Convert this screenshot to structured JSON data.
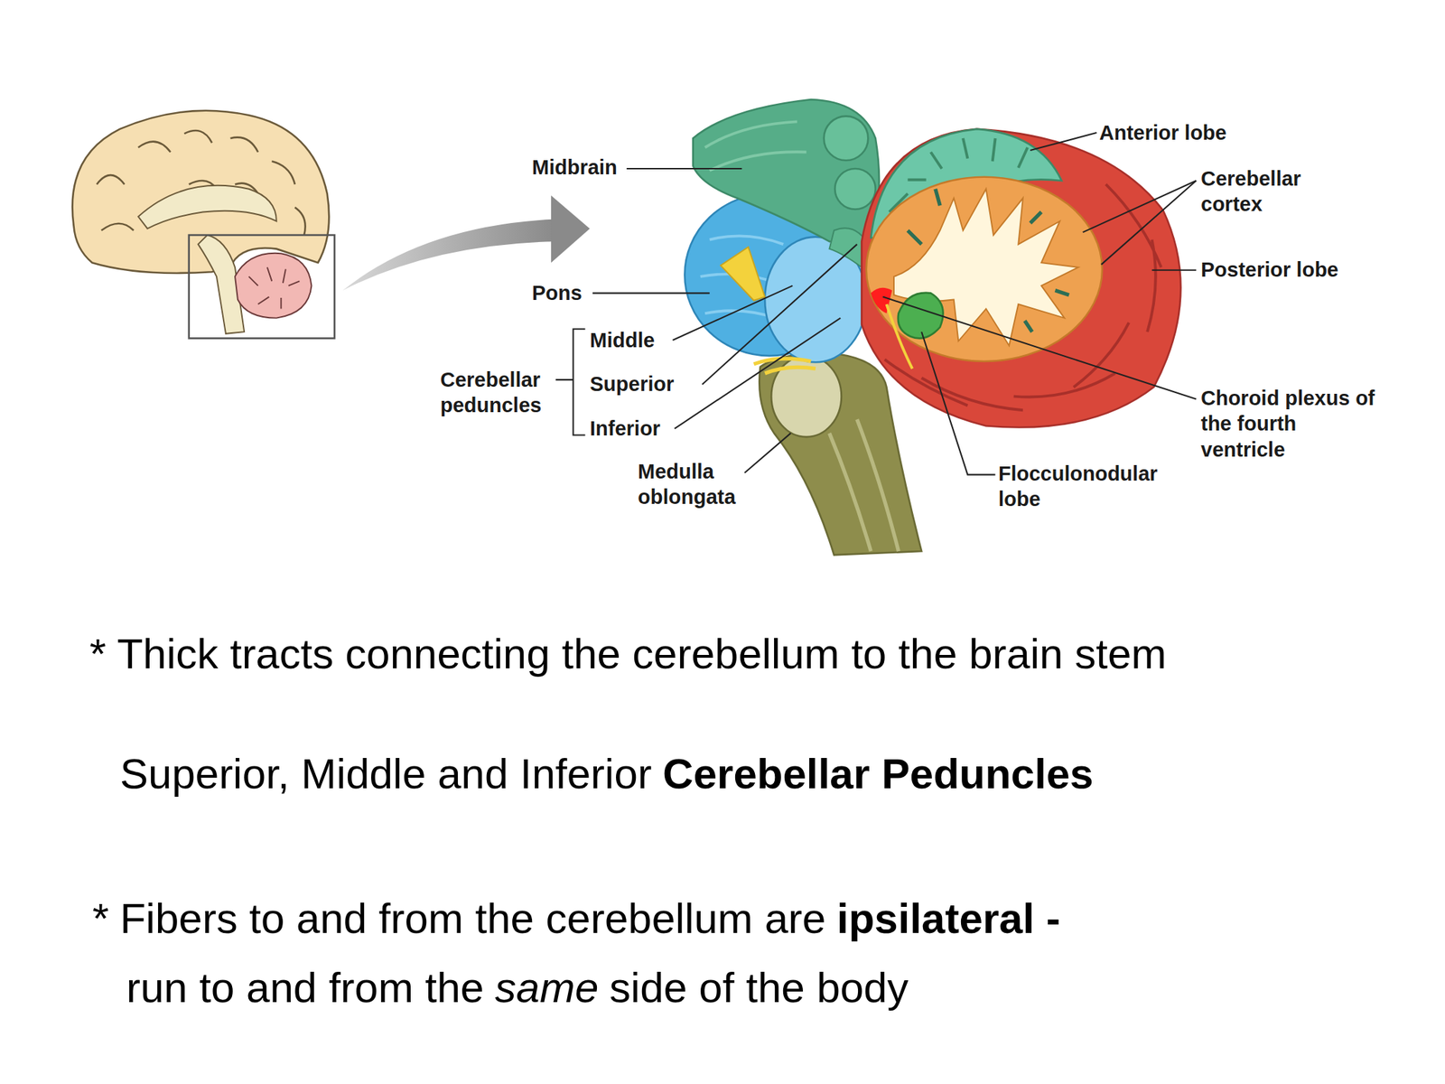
{
  "diagram": {
    "labels": [
      "Midbrain",
      "Pons",
      "Middle",
      "Superior",
      "Inferior",
      "Cerebellar peduncles",
      "Medulla oblongata",
      "Anterior lobe",
      "Cerebellar cortex",
      "Posterior lobe",
      "Choroid plexus of the fourth ventricle",
      "Flocculonodular lobe",
      "*",
      "Thick tracts connecting the cerebellum to the brain stem",
      "Superior, Middle and Inferior",
      "Cerebellar Peduncles",
      "*",
      "Fibers to and from the cerebellum are",
      "ipsilateral -",
      "run to and from the",
      "same",
      "side of the body"
    ]
  }
}
